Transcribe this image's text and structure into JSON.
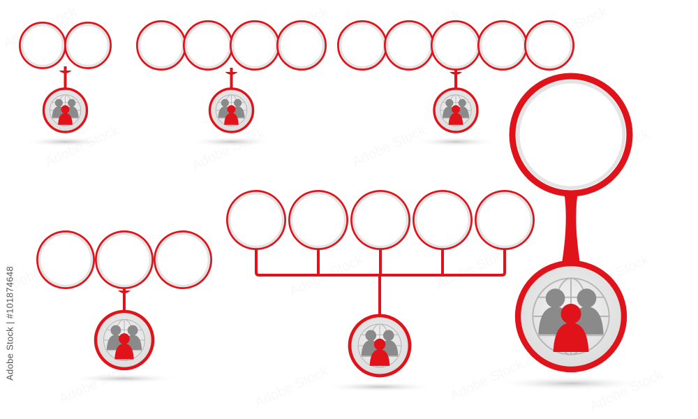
{
  "stock_id": "Adobe Stock | #101874648",
  "watermark_text": "Adobe Stock",
  "colors": {
    "accent": "#e0131a",
    "ring_inner": "#e4e4e4",
    "icon_circle_fill": "#ebebeb",
    "globe_lines": "#b5b5b5",
    "person_gray": "#8a8a8a",
    "person_red": "#e0131a",
    "shadow": "#c9c9c9"
  },
  "diagrams": [
    {
      "id": "diagram-2-bubbles",
      "bubble_count": 2,
      "connector": "single-stem",
      "icon": "people-globe-icon"
    },
    {
      "id": "diagram-4-bubbles",
      "bubble_count": 4,
      "connector": "single-stem",
      "icon": "people-globe-icon"
    },
    {
      "id": "diagram-5-bubbles-top",
      "bubble_count": 5,
      "connector": "single-stem",
      "icon": "people-globe-icon"
    },
    {
      "id": "diagram-3-bubbles",
      "bubble_count": 3,
      "connector": "single-stem",
      "icon": "people-globe-icon"
    },
    {
      "id": "diagram-5-bubbles-bracket",
      "bubble_count": 5,
      "connector": "bracket",
      "icon": "people-globe-icon"
    },
    {
      "id": "diagram-1-bubble-large",
      "bubble_count": 1,
      "connector": "single-stem",
      "icon": "people-globe-icon"
    }
  ]
}
